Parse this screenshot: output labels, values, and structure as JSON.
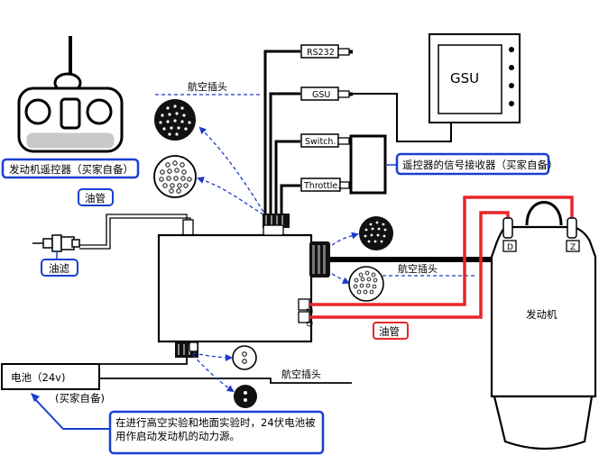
{
  "labels": {
    "rc": "发动机遥控器（买家自备）",
    "fuel_pipe_top": "油管",
    "fuel_filter": "油滤",
    "aviation_plug_top": "航空插头",
    "rs232": "RS232",
    "gsu_conn": "GSU",
    "switch": "Switch.",
    "throttle": "Throttle.",
    "gsu_unit": "GSU",
    "receiver": "遥控器的信号接收器（买家自备）",
    "aviation_plug_right": "航空插头",
    "z_port": "Z",
    "d_port": "D",
    "fuel_pipe_red": "油管",
    "engine": "发动机",
    "engine_d": "D",
    "engine_z": "Z",
    "battery": "电池（24v)",
    "battery_note": "(买家自备)",
    "aviation_plug_bottom": "航空插头",
    "note": "在进行高空实验和地面实验时，24伏电池被用作启动发动机的动力源。"
  },
  "colors": {
    "blue_box": "#1a3fd0",
    "red_wire": "#e8262a",
    "dash_blue": "#1b3bc9",
    "black": "#000000"
  }
}
